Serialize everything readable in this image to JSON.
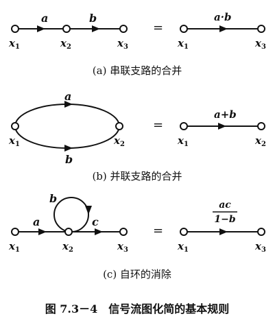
{
  "figure": {
    "caption": "图 7.3－4　信号流图化简的基本规则",
    "equals": "="
  },
  "panels": [
    {
      "caption": "(a) 串联支路的合并",
      "left": {
        "nodes": [
          "x1",
          "x2",
          "x3"
        ],
        "gains": [
          "a",
          "b"
        ]
      },
      "right": {
        "nodes": [
          "x1",
          "x3"
        ],
        "gain": "a·b"
      }
    },
    {
      "caption": "(b) 并联支路的合并",
      "left": {
        "nodes": [
          "x1",
          "x2"
        ],
        "gains": [
          "a",
          "b"
        ]
      },
      "right": {
        "nodes": [
          "x1",
          "x2"
        ],
        "gain": "a+b"
      }
    },
    {
      "caption": "(c) 自环的消除",
      "left": {
        "nodes": [
          "x1",
          "x2",
          "x3"
        ],
        "gains": [
          "a",
          "c"
        ],
        "loop_gain": "b"
      },
      "right": {
        "nodes": [
          "x1",
          "x3"
        ],
        "gain_numerator": "ac",
        "gain_denominator": "1−b"
      }
    }
  ]
}
